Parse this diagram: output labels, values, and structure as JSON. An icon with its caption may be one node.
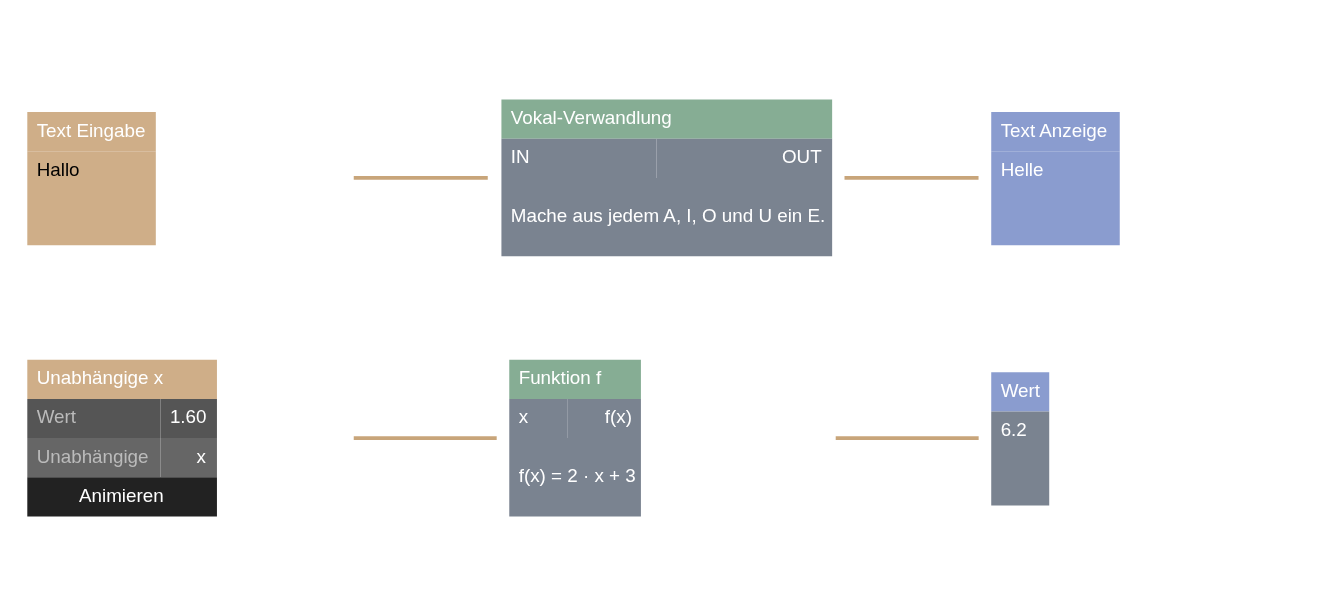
{
  "diagram": {
    "nodes": [
      {
        "text": [
          "Text Eingabe",
          "Hallo"
        ]
      },
      {
        "text": [
          "Vokal-Verwandlung",
          "IN",
          "OUT",
          "Mache aus jedem A, I, O und U ein E."
        ]
      },
      {
        "text": [
          "Text Anzeige",
          "Helle"
        ]
      },
      {
        "text": [
          "Unabhängige x",
          "Wert",
          "1.60",
          "Unabhängige",
          "x",
          "Animieren"
        ]
      },
      {
        "text": [
          "Funktion f",
          "x",
          "f(x)",
          "f(x) = 2 · x + 3"
        ]
      },
      {
        "text": [
          "Wert",
          "6.2"
        ]
      }
    ],
    "edges": [
      {
        "from": 0,
        "to": 1,
        "arrow": "none"
      },
      {
        "from": 1,
        "to": 2,
        "arrow": "none"
      },
      {
        "from": 3,
        "to": 4,
        "arrow": "none"
      },
      {
        "from": 4,
        "to": 5,
        "arrow": "none"
      }
    ]
  }
}
